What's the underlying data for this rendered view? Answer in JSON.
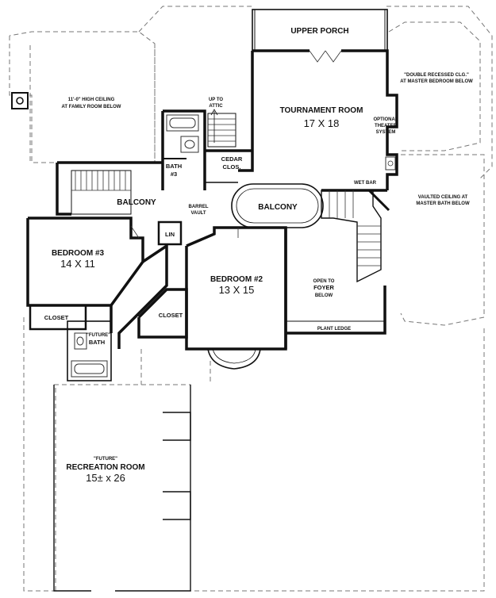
{
  "plan": {
    "upper_porch": "UPPER PORCH",
    "tournament_room": {
      "name": "TOURNAMENT ROOM",
      "dims": "17 X 18"
    },
    "high_ceiling": {
      "line1": "11'-0\" HIGH CEILING",
      "line2": "AT FAMILY ROOM BELOW"
    },
    "up_to_attic": {
      "line1": "UP TO",
      "line2": "ATTIC"
    },
    "double_recessed": {
      "line1": "\"DOUBLE RECESSED CLG.\"",
      "line2": "AT MASTER BEDROOM BELOW"
    },
    "optional_theater": {
      "line1": "OPTIONAL",
      "line2": "THEATER",
      "line3": "SYSTEM"
    },
    "bath3": {
      "line1": "BATH",
      "line2": "#3"
    },
    "cedar_clos": {
      "line1": "CEDAR",
      "line2": "CLOS."
    },
    "wet_bar": "WET BAR",
    "balcony_left": "BALCONY",
    "barrel_vault": {
      "line1": "BARREL",
      "line2": "VAULT"
    },
    "balcony_center": "BALCONY",
    "vaulted_ceiling": {
      "line1": "VAULTED CEILING AT",
      "line2": "MASTER BATH BELOW"
    },
    "bedroom3": {
      "name": "BEDROOM #3",
      "dims": "14 X 11"
    },
    "lin": "LIN",
    "bedroom2": {
      "name": "BEDROOM #2",
      "dims": "13 X 15"
    },
    "open_to_foyer": {
      "line1": "OPEN TO",
      "line2": "FOYER",
      "line3": "BELOW"
    },
    "closet_left": "CLOSET",
    "closet_center": "CLOSET",
    "plant_ledge": "PLANT LEDGE",
    "future_bath": {
      "line1": "\"FUTURE\"",
      "line2": "BATH"
    },
    "recreation_room": {
      "line1": "\"FUTURE\"",
      "line2": "RECREATION ROOM",
      "dims": "15± x 26"
    }
  }
}
